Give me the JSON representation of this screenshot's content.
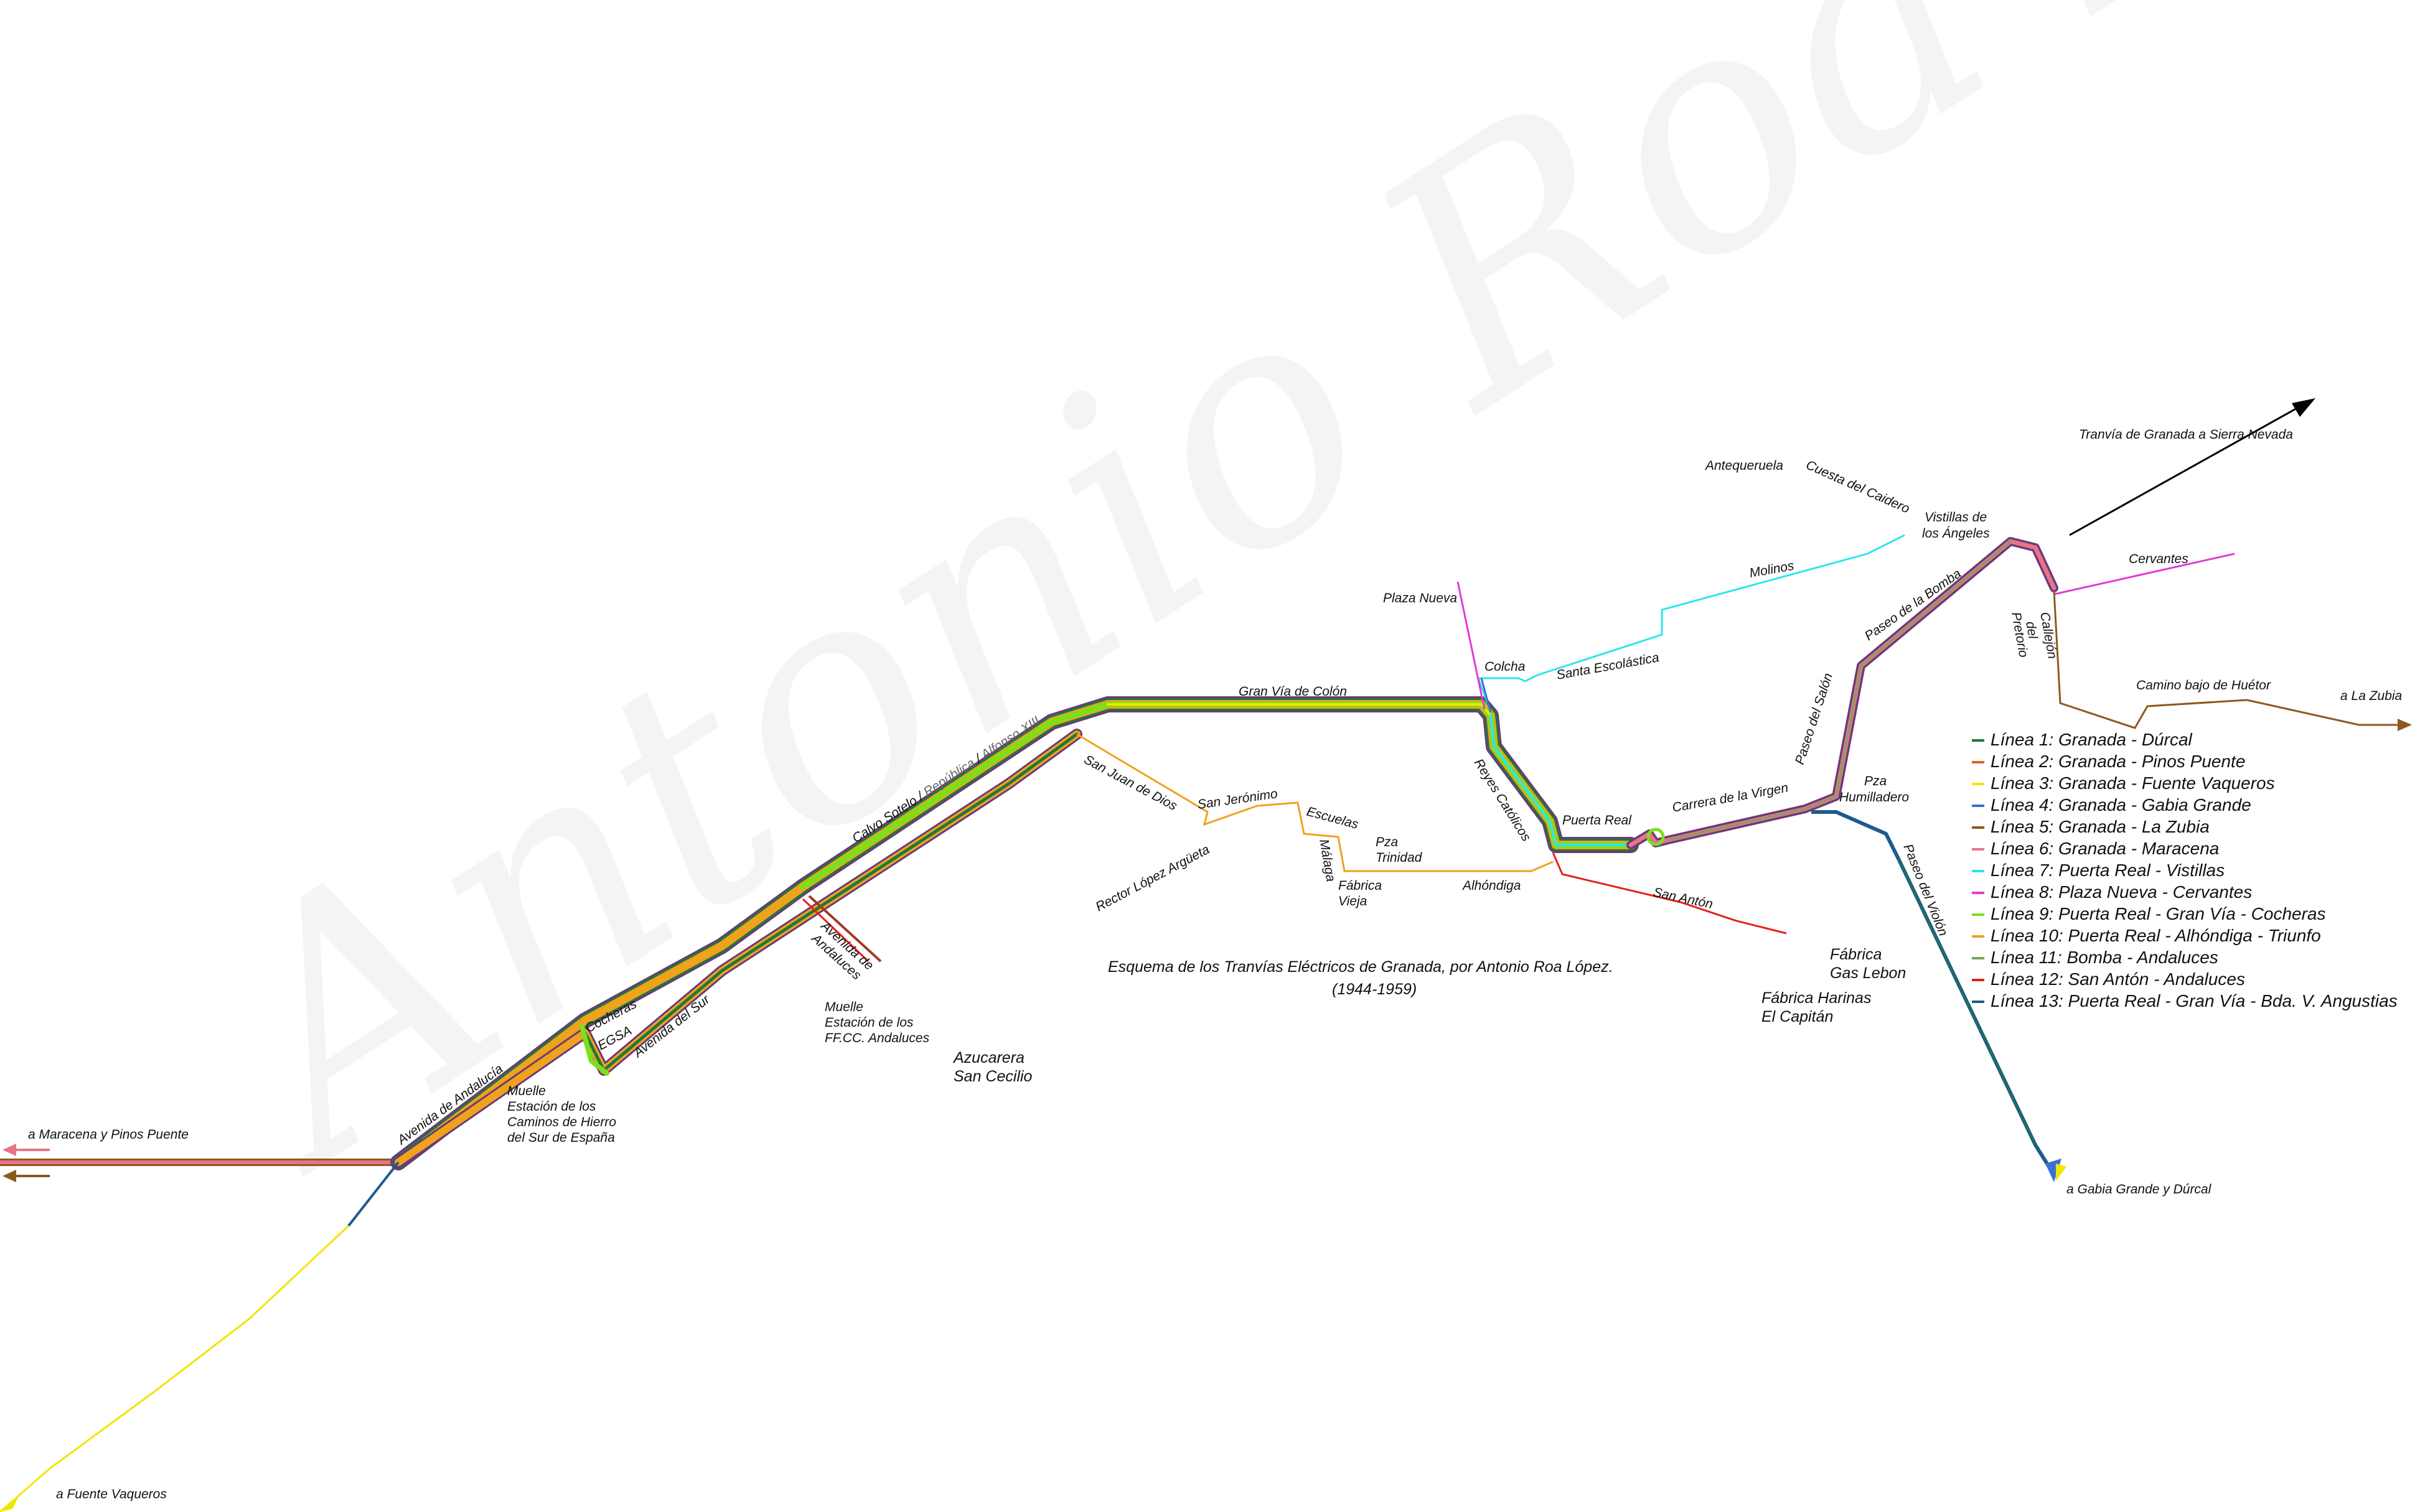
{
  "watermark": "Antonio Roa López",
  "title": {
    "line1": "Esquema de los Tranvías Eléctricos de Granada, por Antonio Roa López.",
    "line2": "(1944-1959)"
  },
  "legend": [
    {
      "label": "Línea 1: Granada - Dúrcal",
      "color": "#1b7a3a"
    },
    {
      "label": "Línea 2: Granada - Pinos Puente",
      "color": "#e0602a"
    },
    {
      "label": "Línea 3: Granada - Fuente Vaqueros",
      "color": "#f2e600"
    },
    {
      "label": "Línea 4: Granada - Gabia Grande",
      "color": "#3a6fd8"
    },
    {
      "label": "Línea 5: Granada - La Zubia",
      "color": "#8b5a1e"
    },
    {
      "label": "Línea 6: Granada - Maracena",
      "color": "#e8748a"
    },
    {
      "label": "Línea 7: Puerta Real - Vistillas",
      "color": "#2fe6ea"
    },
    {
      "label": "Línea 8: Plaza Nueva - Cervantes",
      "color": "#e23ad3"
    },
    {
      "label": "Línea 9: Puerta Real - Gran Vía - Cocheras",
      "color": "#7be01c"
    },
    {
      "label": "Línea 10: Puerta Real - Alhóndiga - Triunfo",
      "color": "#f0a21c"
    },
    {
      "label": "Línea 11: Bomba - Andaluces",
      "color": "#7aa35a"
    },
    {
      "label": "Línea 12: San Antón - Andaluces",
      "color": "#e4201c"
    },
    {
      "label": "Línea 13: Puerta Real - Gran Vía - Bda. V. Angustias",
      "color": "#1f5a8e"
    }
  ],
  "destinations": {
    "maracena_pinos": "a Maracena y Pinos Puente",
    "fuente_vaqueros": "a Fuente Vaqueros",
    "gabia_durcal": "a Gabia Grande y Dúrcal",
    "la_zubia": "a La Zubia",
    "sierra_nevada": "Tranvía de Granada a Sierra Nevada"
  },
  "streets": {
    "gran_via": "Gran Vía de Colón",
    "calvo_sotelo_1": "Calvo Sotelo",
    "calvo_sotelo_sep1": " / ",
    "calvo_sotelo_2": "República",
    "calvo_sotelo_sep2": " / ",
    "calvo_sotelo_3": "Alfonso XIII",
    "avenida_andalucia": "Avenida de Andalucía",
    "avenida_sur": "Avenida del Sur",
    "avenida_andaluces_1": "Avenida de",
    "avenida_andaluces_2": "Andaluces",
    "cocheras": "Cocheras",
    "egsa": "EGSA",
    "san_juan_dios": "San Juan de Dios",
    "rector": "Rector López Argüeta",
    "san_jeronimo": "San Jerónimo",
    "escuelas": "Escuelas",
    "malaga": "Málaga",
    "pza_trinidad_1": "Pza",
    "pza_trinidad_2": "Trinidad",
    "fabrica_vieja_1": "Fábrica",
    "fabrica_vieja_2": "Vieja",
    "alhondiga": "Alhóndiga",
    "reyes_catolicos": "Reyes Católicos",
    "puerta_real": "Puerta Real",
    "san_anton": "San Antón",
    "carrera_virgen": "Carrera de la Virgen",
    "paseo_salon": "Paseo del Salón",
    "paseo_bomba": "Paseo de la Bomba",
    "paseo_violon": "Paseo del Violón",
    "pza_humilladero_1": "Pza",
    "pza_humilladero_2": "Humilladero",
    "callejon_1": "Callejón",
    "callejon_2": "del",
    "callejon_3": "Pretorio",
    "camino_huetor": "Camino bajo de Huétor",
    "cervantes": "Cervantes",
    "plaza_nueva": "Plaza Nueva",
    "colcha": "Colcha",
    "santa_escolastica": "Santa Escolástica",
    "molinos": "Molinos",
    "antequeruela": "Antequeruela",
    "cuesta_caidero": "Cuesta del Caidero",
    "vistillas_1": "Vistillas de",
    "vistillas_2": "los Ángeles"
  },
  "places": {
    "muelle_sur_1": "Muelle",
    "muelle_sur_2": "Estación de los",
    "muelle_sur_3": "Caminos de Hierro",
    "muelle_sur_4": "del Sur de España",
    "muelle_and_1": "Muelle",
    "muelle_and_2": "Estación de los",
    "muelle_and_3": "FF.CC. Andaluces",
    "azucarera_1": "Azucarera",
    "azucarera_2": "San Cecilio",
    "gas_lebon_1": "Fábrica",
    "gas_lebon_2": "Gas Lebon",
    "harinas_1": "Fábrica Harinas",
    "harinas_2": "El Capitán"
  }
}
